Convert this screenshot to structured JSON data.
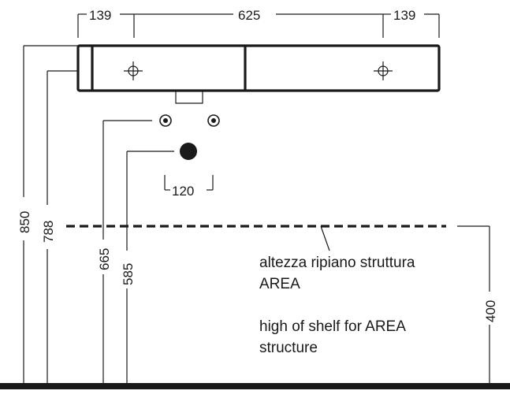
{
  "dimensions": {
    "top_left": "139",
    "top_center": "625",
    "top_right": "139",
    "pipe_spacing": "120",
    "height_850": "850",
    "height_788": "788",
    "height_665": "665",
    "height_585": "585",
    "shelf_height": "400"
  },
  "labels": {
    "italian_line1": "altezza ripiano struttura",
    "italian_line2": "AREA",
    "english_line1": "high of shelf for AREA",
    "english_line2": "structure"
  },
  "colors": {
    "line": "#1a1a1a",
    "background": "#ffffff"
  }
}
